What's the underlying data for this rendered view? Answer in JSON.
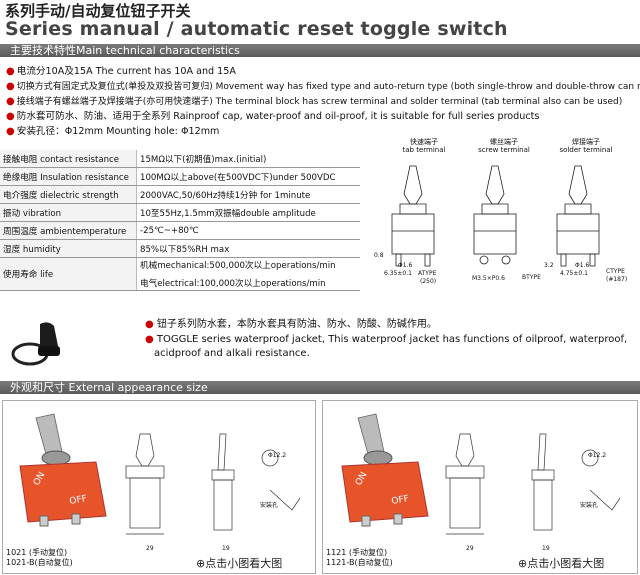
{
  "header": {
    "title_cn": "系列手动/自动复位钮子开关",
    "title_en": "Series manual / automatic reset toggle switch"
  },
  "section_main": {
    "label": "主要技术特性Main technical characteristics"
  },
  "features": [
    "电流分10A及15A  The current has 10A and 15A",
    "切换方式有固定式及复位式(单投及双投皆可复归)  Movement way has fixed type and auto-return type (both single-throw and double-throw can return)",
    "接线端子有螺丝端子及焊接端子(亦可用快速端子)  The terminal block has screw terminal and solder terminal (tab terminal also can be used)",
    "防水套可防水、防油、适用于全系列  Rainproof cap, water-proof and oil-proof, it is suitable for full series products",
    "安装孔径：Φ12mm  Mounting hole: Φ12mm"
  ],
  "specs": [
    {
      "key": "接触电阻 contact resistance",
      "value": "15MΩ以下(初期值)max.(initial)"
    },
    {
      "key": "绝缘电阻 Insulation resistance",
      "value": "100MΩ以上above(在500VDC下)under 500VDC"
    },
    {
      "key": "电介强度 dielectric strength",
      "value": "2000VAC,50/60Hz持续1分钟 for 1minute"
    },
    {
      "key": "振动 vibration",
      "value": "10至55Hz,1.5mm双振幅double amplitude"
    },
    {
      "key": "周围温度 ambientemperature",
      "value": "-25℃~+80℃"
    },
    {
      "key": "湿度 humidity",
      "value": "85%以下85%RH max"
    }
  ],
  "life": {
    "key": "使用寿命 life",
    "mechanical": "机械mechanical:500,000次以上operations/min",
    "electrical": "电气electrical:100,000次以上operations/min"
  },
  "terminals": [
    {
      "cn": "快速端子",
      "en": "tab terminal",
      "type": "ATYPE",
      "size": "(250)"
    },
    {
      "cn": "螺丝端子",
      "en": "screw terminal",
      "type": "BTYPE",
      "size": "M3.5×P0.6"
    },
    {
      "cn": "焊接端子",
      "en": "solder terminal",
      "type": "CTYPE",
      "size": "(#187)"
    }
  ],
  "dims": {
    "d1": "0.8",
    "d2": "6.35±0.1",
    "d3": "Φ1.6",
    "d4": "3.2",
    "d5": "4.75±0.1",
    "d6": "Φ1.6"
  },
  "waterproof": {
    "cn": "钮子系列防水套，本防水套具有防油、防水、防酸、防碱作用。",
    "en_line1": "TOGGLE series waterproof jacket, This waterproof jacket has functions of oilproof, waterproof,",
    "en_line2": "acidproof and alkali resistance."
  },
  "section_ext": {
    "label": "外观和尺寸 External appearance size"
  },
  "products": [
    {
      "model1": "1021  (手动复位)",
      "model2": "1021-B(自动复位)",
      "zoom": "点击小图看大图",
      "on": "ON",
      "off": "OFF",
      "dim_hole": "Φ12.2",
      "dim_a": "29",
      "dim_b": "19",
      "mount_label": "安装孔"
    },
    {
      "model1": "1121  (手动复位)",
      "model2": "1121-B(自动复位)",
      "zoom": "点击小图看大图",
      "on": "ON",
      "off": "OFF",
      "dim_hole": "Φ12.2",
      "dim_a": "29",
      "dim_b": "19",
      "mount_label": "安装孔"
    }
  ],
  "colors": {
    "band": "#666666",
    "accent": "#cc0000",
    "switch_body": "#e8542a"
  }
}
